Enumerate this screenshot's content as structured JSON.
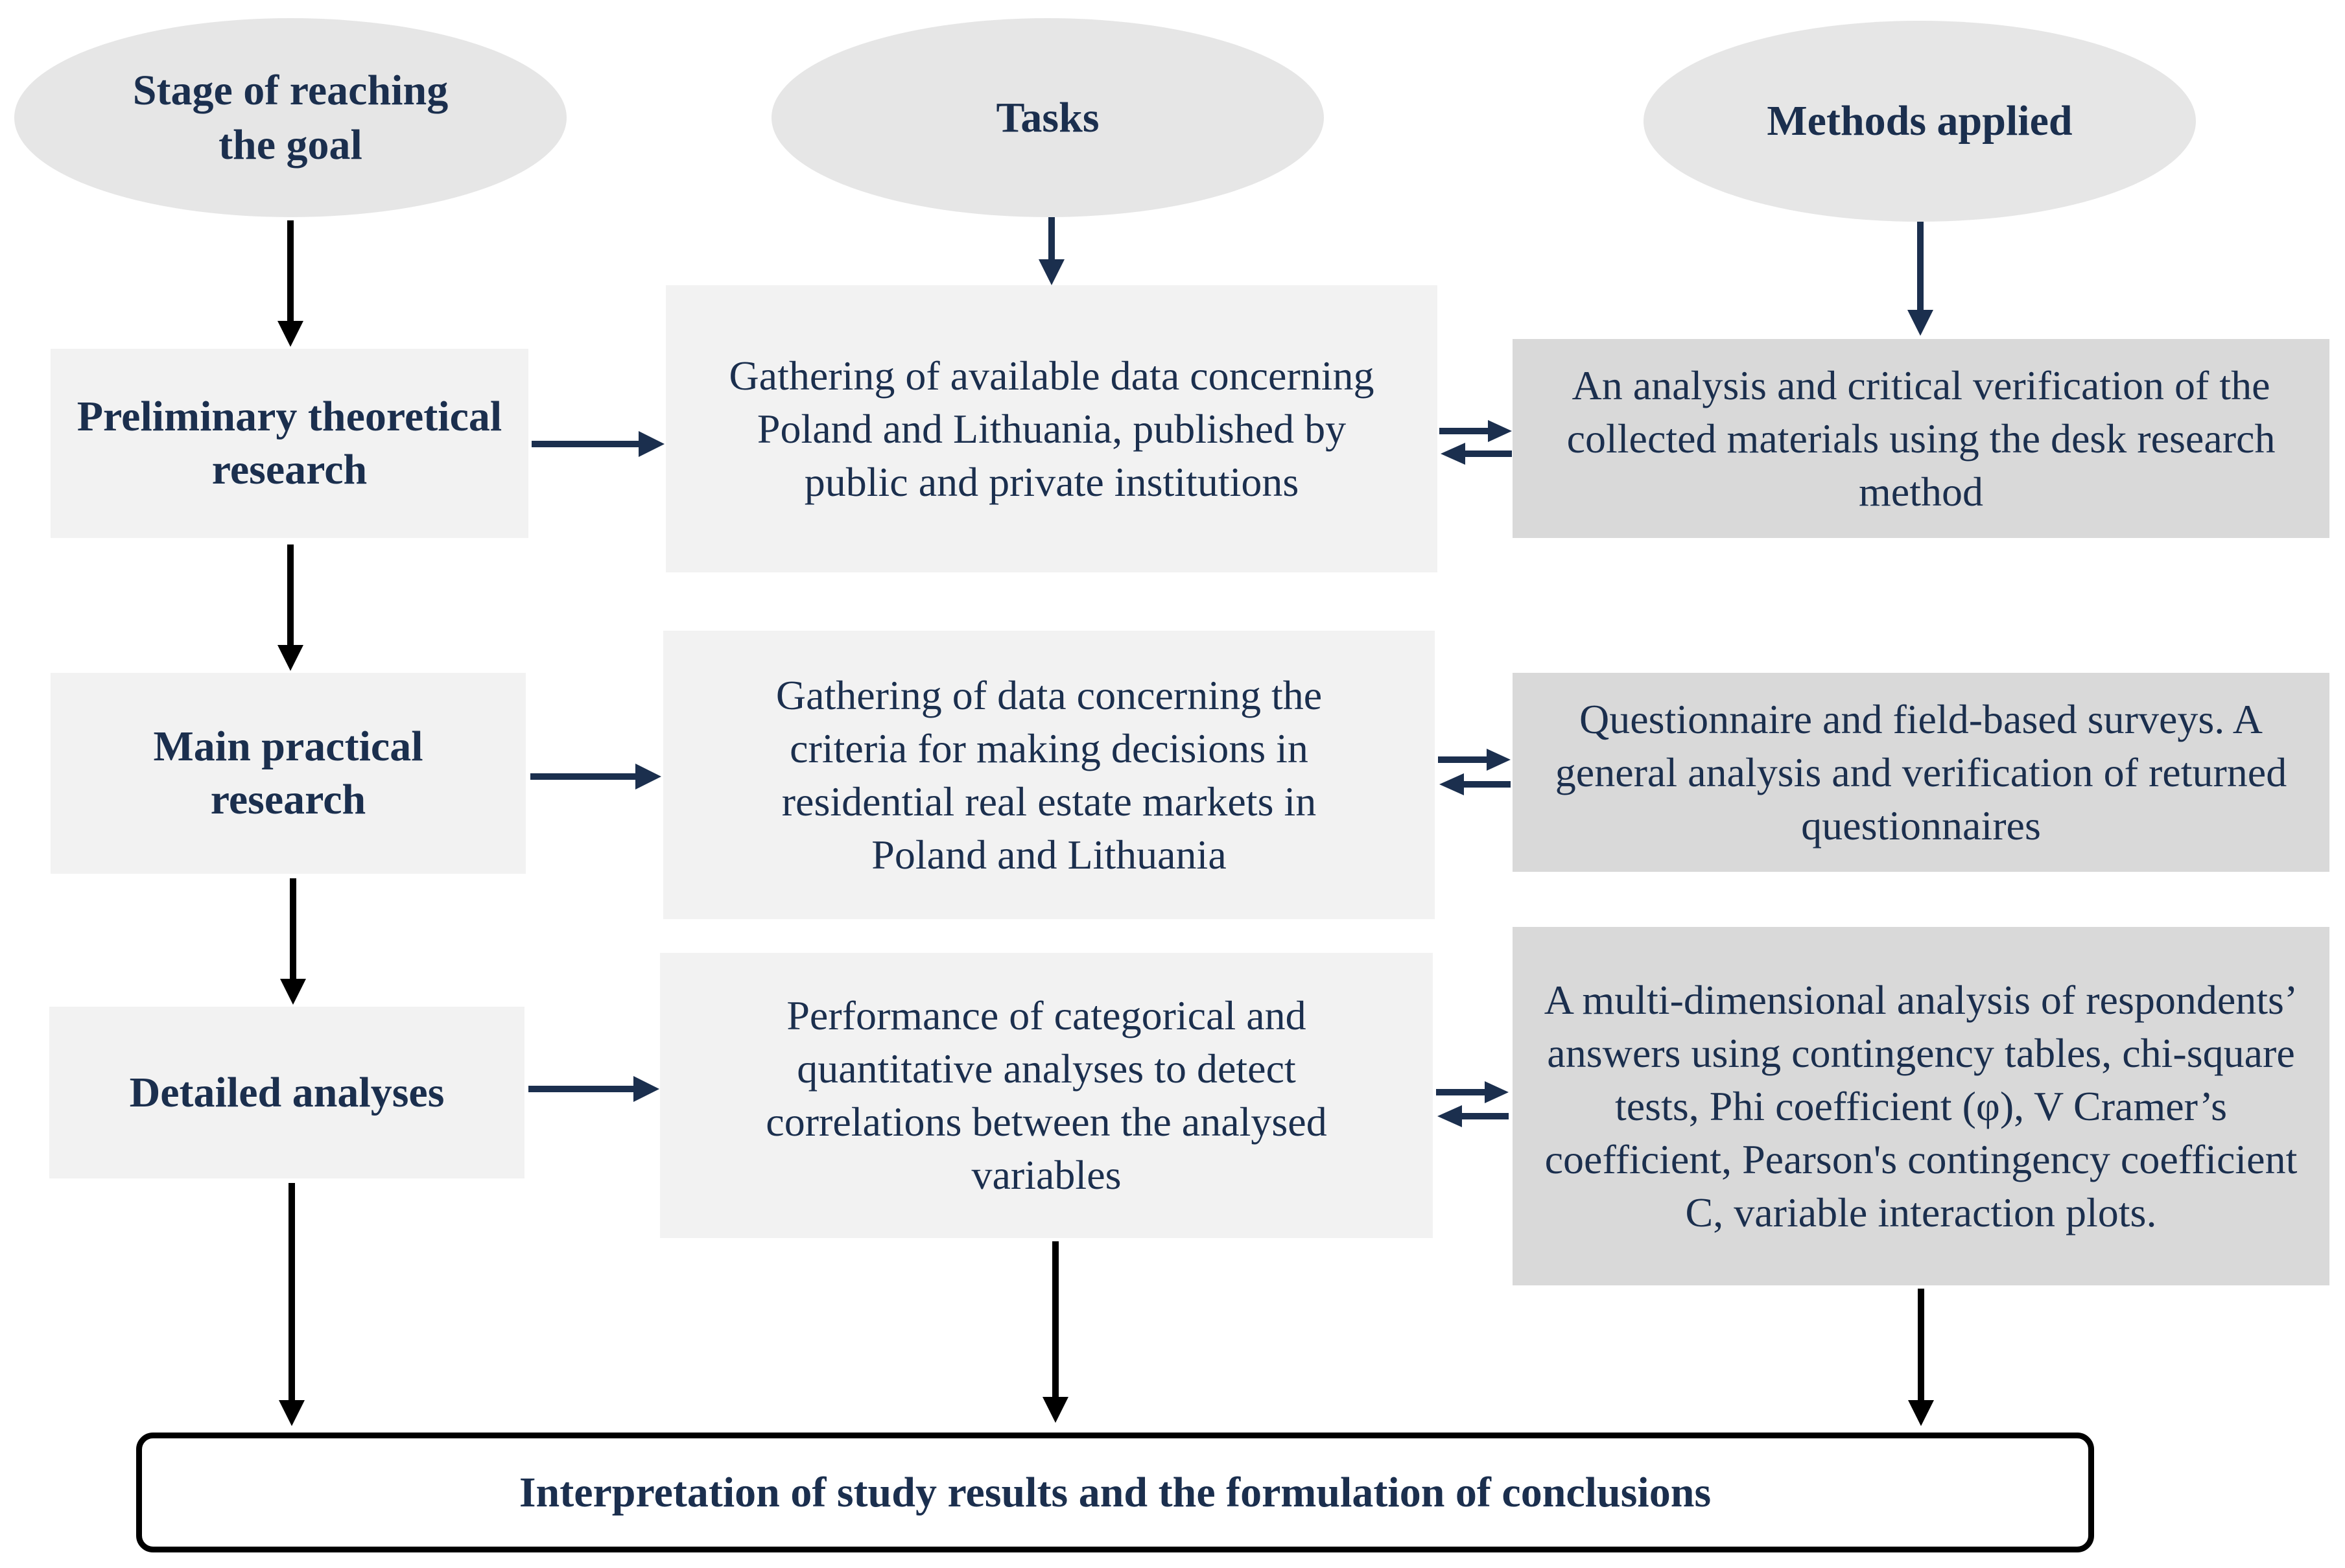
{
  "colors": {
    "text": "#1b2f4e",
    "header_fill": "#e6e6e6",
    "stage_fill": "#f2f2f2",
    "task_fill": "#f2f2f2",
    "method_fill": "#d9d9d9",
    "arrow_black": "#000000",
    "arrow_navy": "#1b2f4e"
  },
  "headers": {
    "stage": "Stage of reaching the goal",
    "tasks": "Tasks",
    "methods": "Methods applied"
  },
  "stages": {
    "s1": "Preliminary theoretical research",
    "s2": "Main practical research",
    "s3": "Detailed analyses"
  },
  "tasks": {
    "t1": "Gathering of available data concerning Poland and Lithuania, published by public and private institutions",
    "t2": "Gathering of data concerning the criteria for making decisions in residential real estate markets in Poland and Lithuania",
    "t3": "Performance of categorical and quantitative analyses to detect correlations between the analysed variables"
  },
  "methods": {
    "m1": "An analysis and critical verification of the collected materials using the desk research method",
    "m2": "Questionnaire and field-based surveys. A general analysis and verification of returned questionnaires",
    "m3": "A multi-dimensional analysis of respondents’ answers using contingency tables, chi-square tests, Phi coefficient (φ), V Cramer’s coefficient, Pearson's contingency coefficient C, variable interaction plots."
  },
  "conclusion": "Interpretation of study results and the formulation of conclusions"
}
